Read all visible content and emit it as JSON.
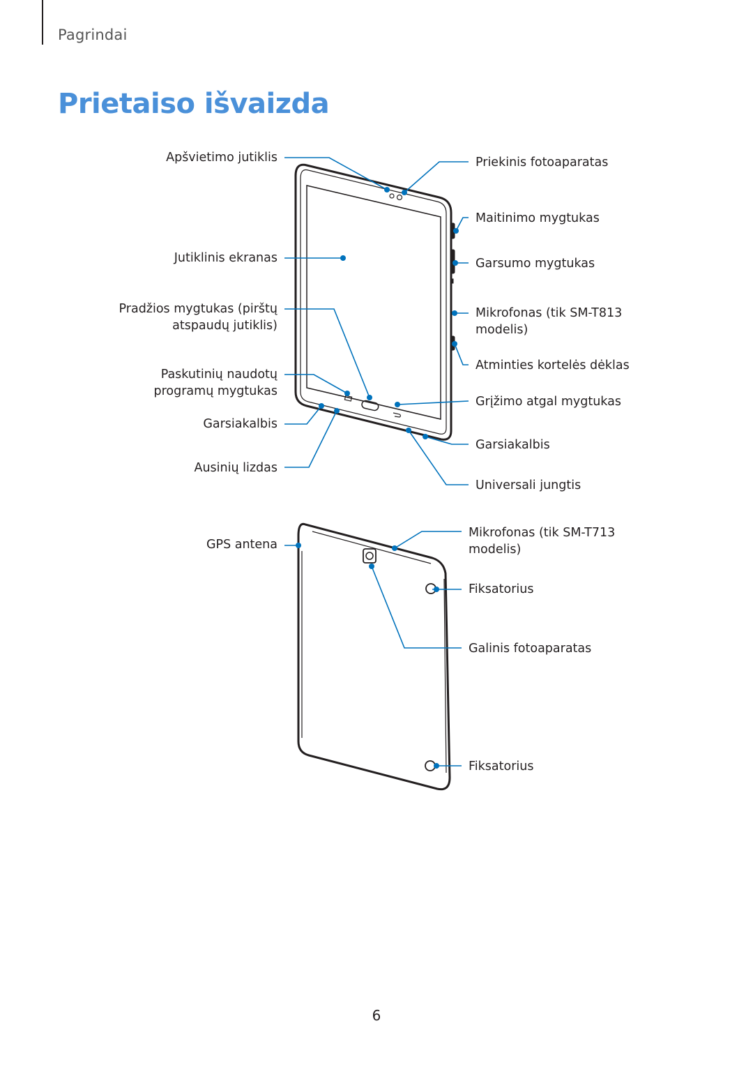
{
  "header": {
    "section": "Pagrindai"
  },
  "title": "Prietaiso išvaizda",
  "front": {
    "left_labels": {
      "light_sensor": "Apšvietimo jutiklis",
      "touchscreen": "Jutiklinis ekranas",
      "home_button_1": "Pradžios mygtukas (pirštų",
      "home_button_2": "atspaudų jutiklis)",
      "recent_apps_1": "Paskutinių naudotų",
      "recent_apps_2": "programų mygtukas",
      "speaker": "Garsiakalbis",
      "headset_jack": "Ausinių lizdas"
    },
    "right_labels": {
      "front_camera": "Priekinis fotoaparatas",
      "power_key": "Maitinimo mygtukas",
      "volume_key": "Garsumo mygtukas",
      "mic_1": "Mikrofonas (tik SM-T813",
      "mic_2": "modelis)",
      "memory_tray": "Atminties kortelės dėklas",
      "back_button": "Grįžimo atgal mygtukas",
      "speaker": "Garsiakalbis",
      "usb": "Universali jungtis"
    }
  },
  "back": {
    "left_labels": {
      "gps": "GPS antena"
    },
    "right_labels": {
      "mic_1": "Mikrofonas (tik SM-T713",
      "mic_2": "modelis)",
      "latch_1": "Fiksatorius",
      "rear_camera": "Galinis fotoaparatas",
      "latch_2": "Fiksatorius"
    }
  },
  "colors": {
    "accent": "#4a90d9",
    "callout": "#0072bc",
    "text": "#231f20"
  },
  "page_number": "6"
}
